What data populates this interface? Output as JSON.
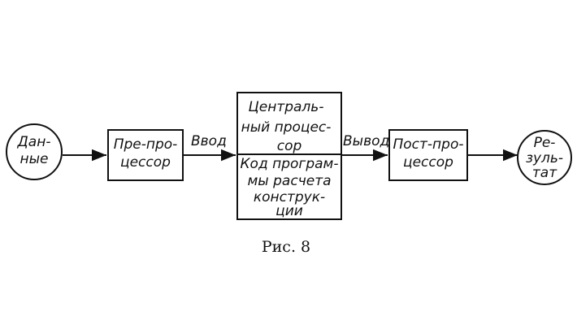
{
  "diagram": {
    "nodes": [
      {
        "id": "data",
        "shape": "circle",
        "lines": [
          "Дан-",
          "ные"
        ]
      },
      {
        "id": "preprocessor",
        "shape": "box",
        "lines": [
          "Пре-про-",
          "цессор"
        ]
      },
      {
        "id": "cpu",
        "shape": "box",
        "lines": [
          "Централь-",
          "ный процес-",
          "сор"
        ]
      },
      {
        "id": "program",
        "shape": "box",
        "lines": [
          "Код програм-",
          "мы расчета",
          "конструк-",
          "ции"
        ]
      },
      {
        "id": "postprocessor",
        "shape": "box",
        "lines": [
          "Пост-про-",
          "цессор"
        ]
      },
      {
        "id": "result",
        "shape": "circle",
        "lines": [
          "Ре-",
          "зуль-",
          "тат"
        ]
      }
    ],
    "edges": [
      {
        "from": "data",
        "to": "preprocessor",
        "label": ""
      },
      {
        "from": "preprocessor",
        "to": "cpu",
        "label": "Ввод"
      },
      {
        "from": "cpu",
        "to": "postprocessor",
        "label": "Вывод"
      },
      {
        "from": "postprocessor",
        "to": "result",
        "label": ""
      }
    ]
  },
  "caption": "Рис. 8"
}
